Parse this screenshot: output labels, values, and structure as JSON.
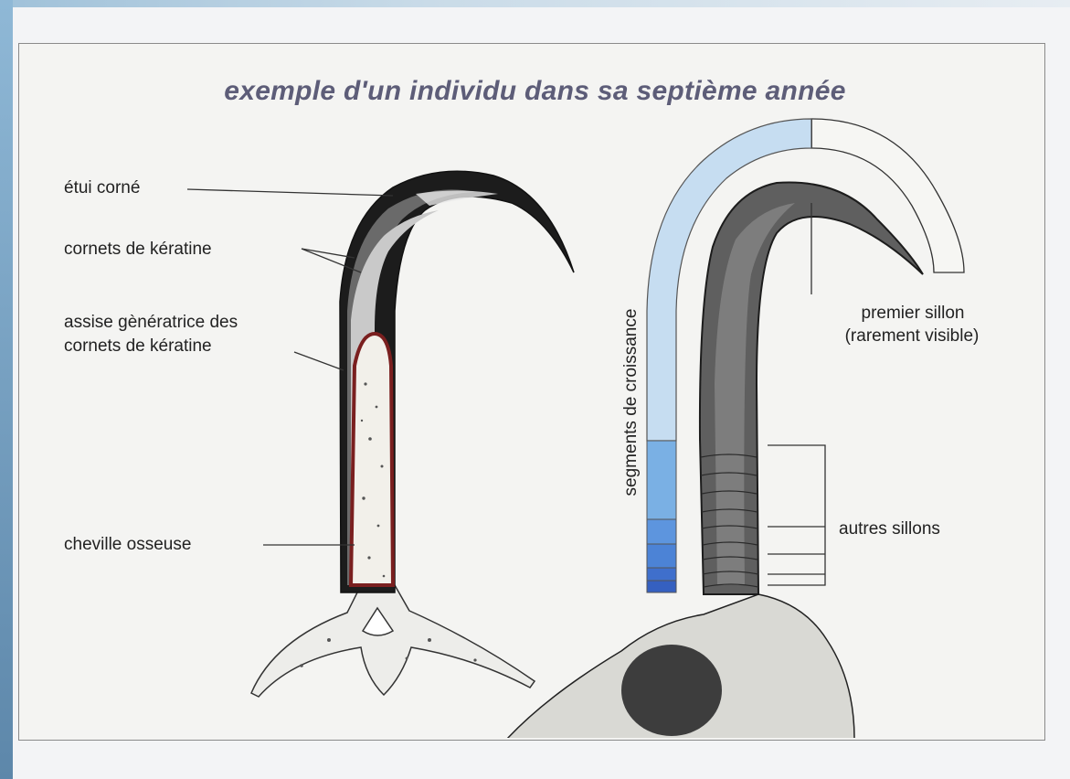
{
  "title": "exemple d'un individu dans sa septième année",
  "labels": {
    "etui": "étui corné",
    "cornets": "cornets de kératine",
    "assise_1": "assise gènératrice des",
    "assise_2": "cornets de kératine",
    "cheville": "cheville osseuse",
    "segments": "segments   de   croissance",
    "premier_1": "premier sillon",
    "premier_2": "(rarement visible)",
    "autres": "autres sillons"
  },
  "colors": {
    "title": "#5d5d78",
    "segment_light": "#c6ddf1",
    "segment_mid": "#7ab0e4",
    "segment_dark": "#3f6fcc",
    "bone_edge": "#7a1f1f"
  }
}
